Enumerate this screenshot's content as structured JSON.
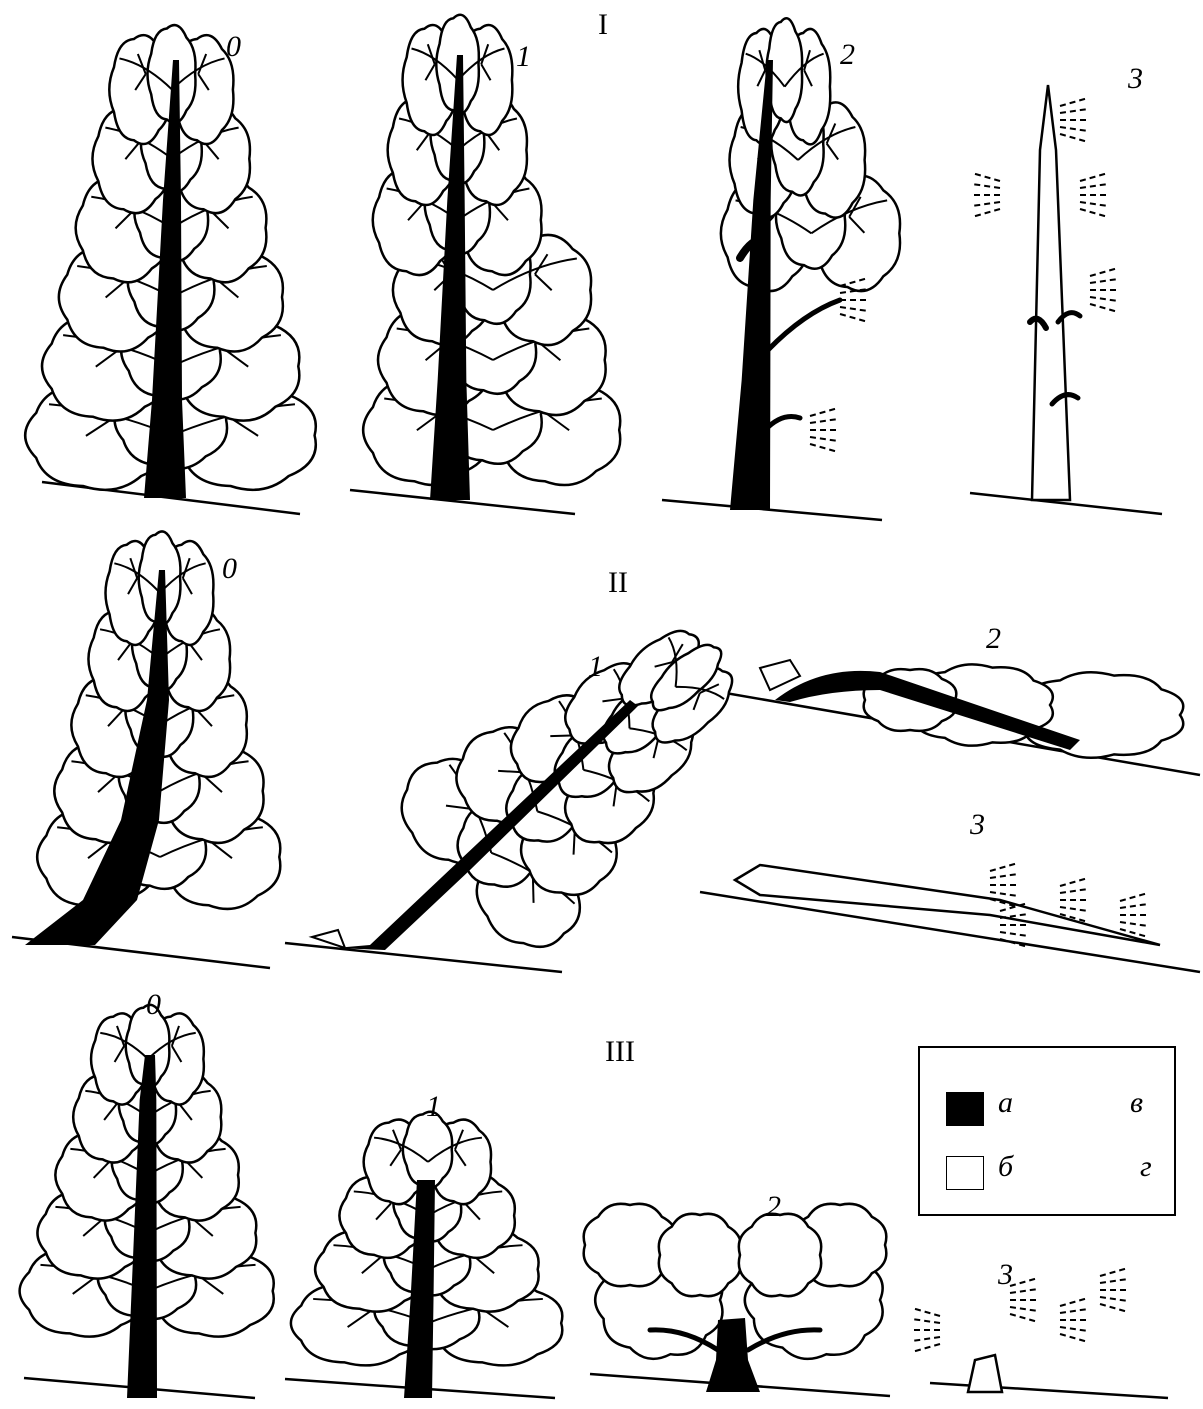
{
  "groups": [
    {
      "label": "I",
      "stages": [
        "0",
        "1",
        "2",
        "3"
      ]
    },
    {
      "label": "II",
      "stages": [
        "0",
        "1",
        "2",
        "3"
      ]
    },
    {
      "label": "III",
      "stages": [
        "0",
        "1",
        "2",
        "3"
      ]
    }
  ],
  "legend": {
    "items": [
      {
        "letter": "а",
        "icon": "black-square-icon"
      },
      {
        "letter": "б",
        "icon": "white-square-icon"
      },
      {
        "letter": "в",
        "icon": "leaf-outline-icon"
      },
      {
        "letter": "г",
        "icon": "dashed-twig-icon"
      }
    ]
  },
  "colors": {
    "ink": "#000000",
    "paper": "#ffffff"
  }
}
